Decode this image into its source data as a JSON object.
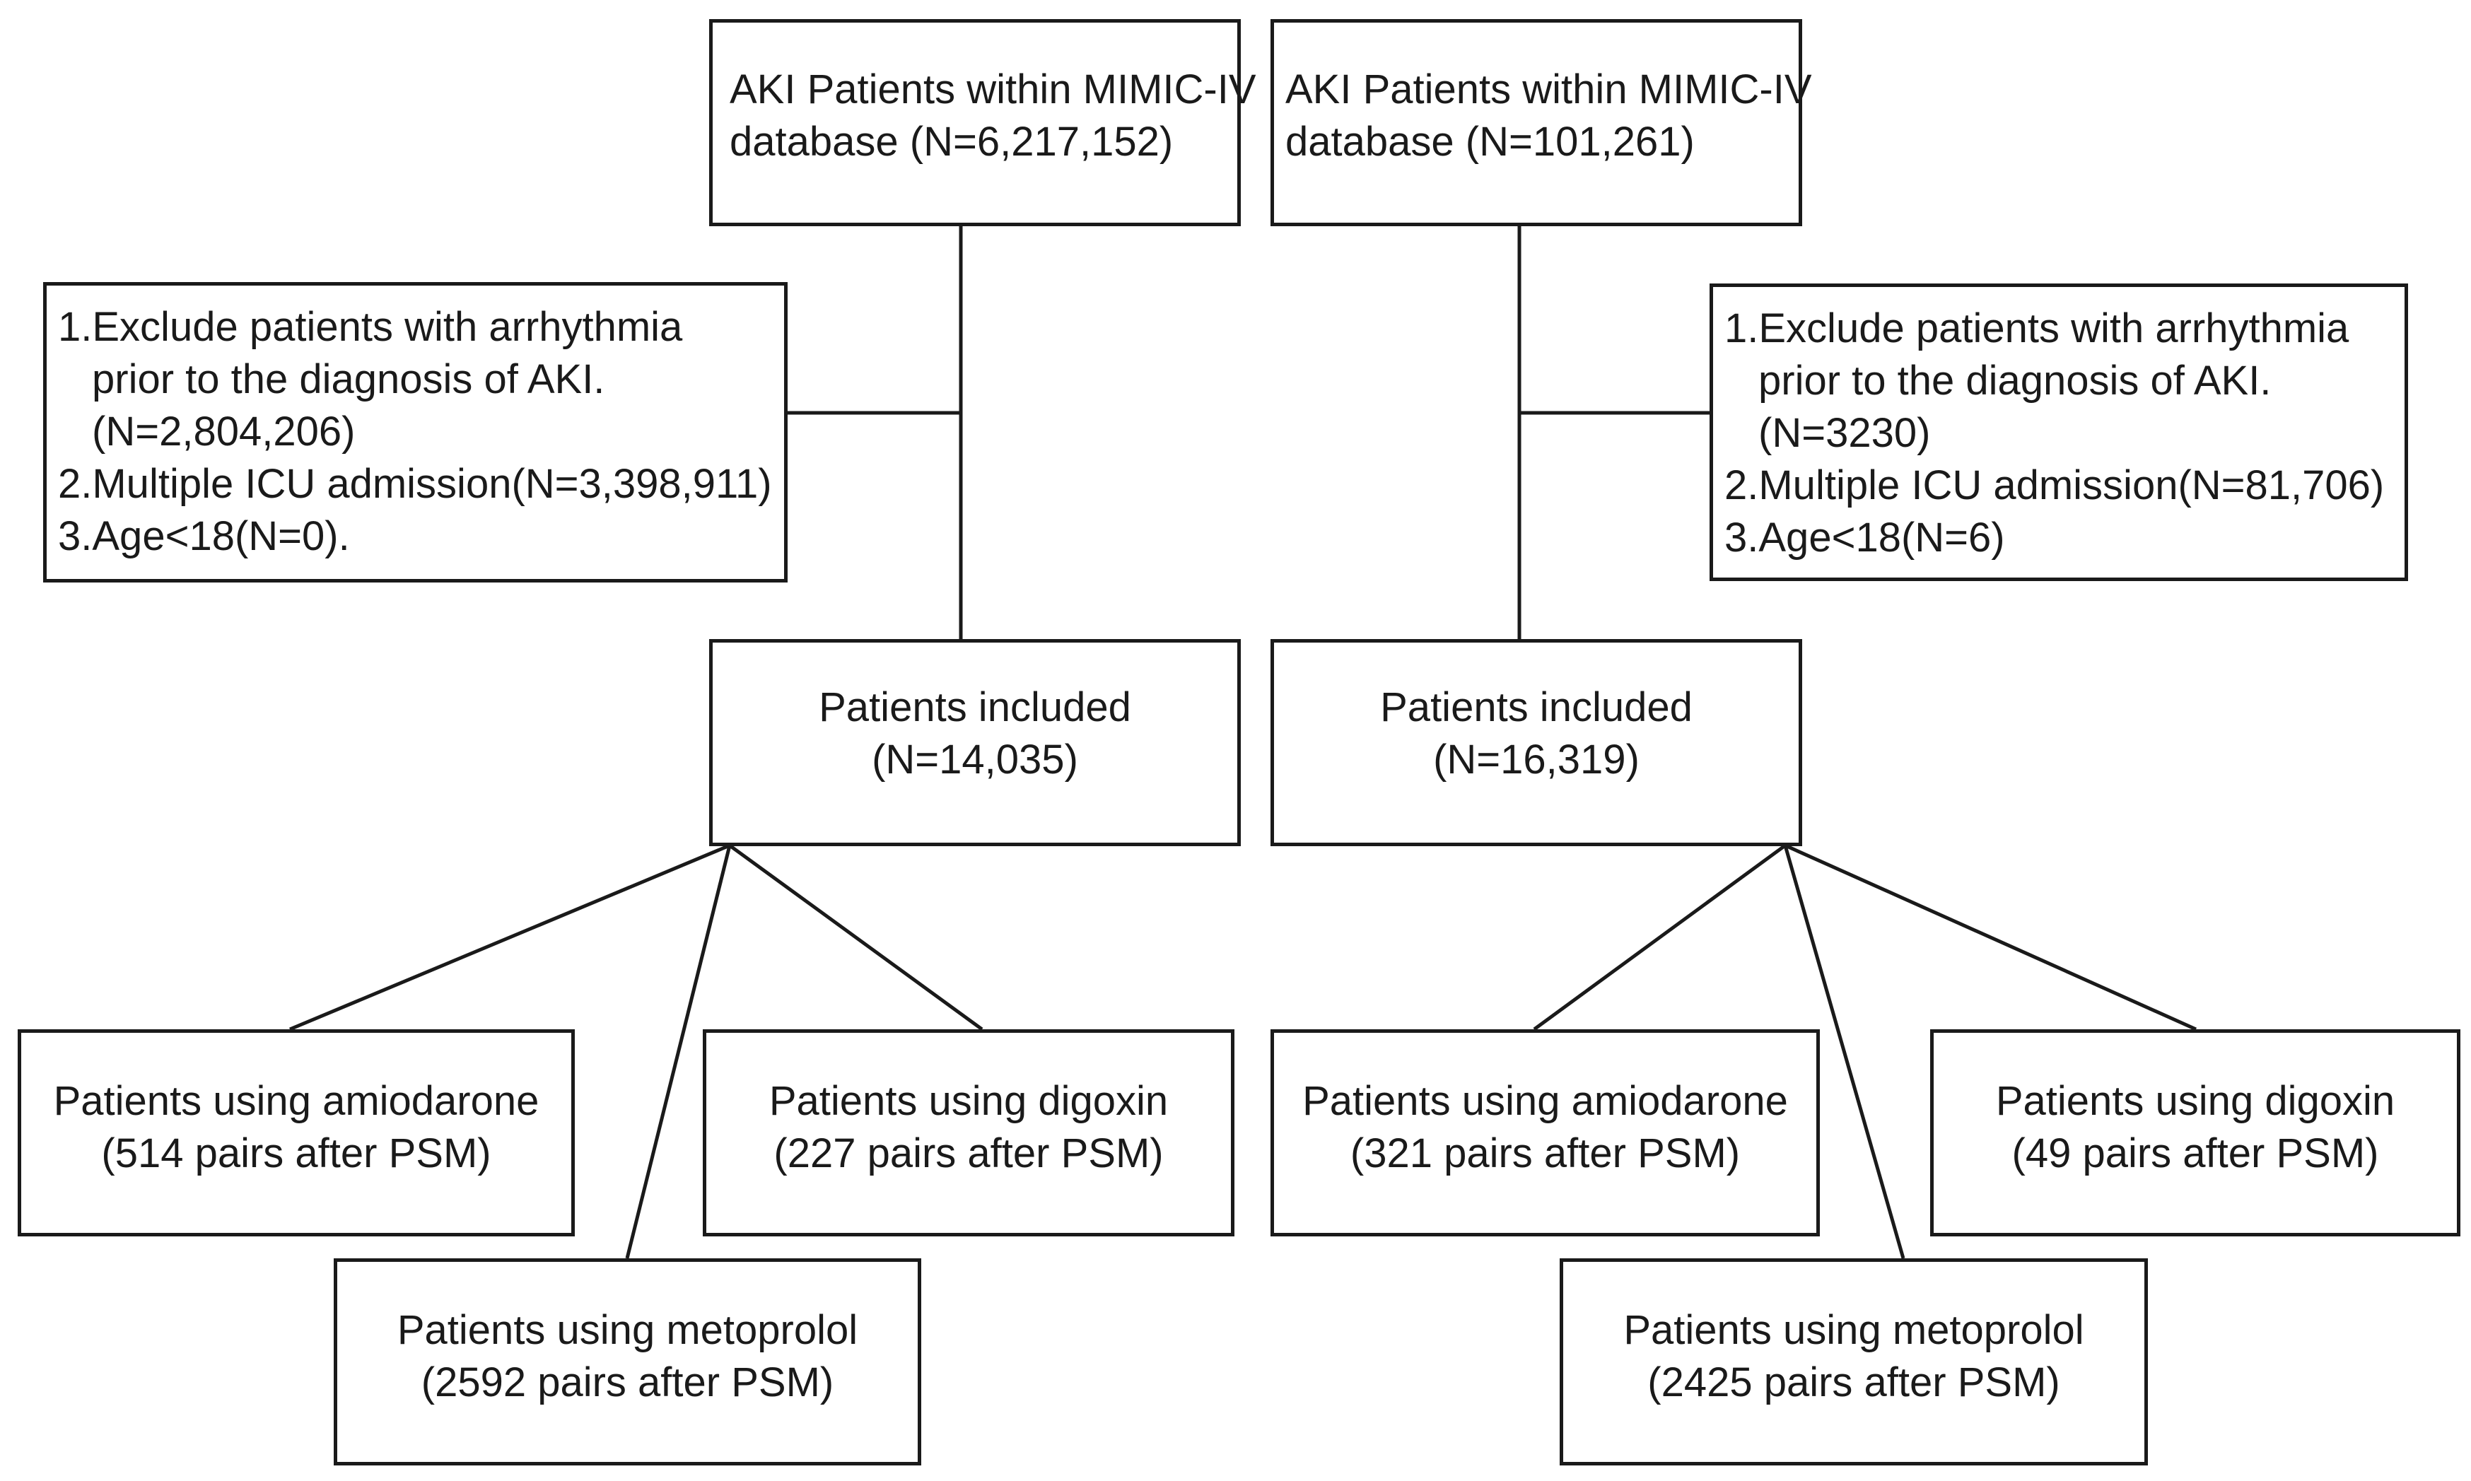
{
  "left": {
    "source": {
      "line1": "AKI Patients within MIMIC-IV",
      "line2": "database (N=6,217,152)"
    },
    "exclusion": {
      "l1": "1.Exclude patients with arrhythmia",
      "l2": "prior to the diagnosis of AKI.",
      "l3": "(N=2,804,206)",
      "l4": "2.Multiple ICU admission(N=3,398,911)",
      "l5": "3.Age<18(N=0)."
    },
    "included": {
      "line1": "Patients included",
      "line2": "(N=14,035)"
    },
    "amiodarone": {
      "line1": "Patients using amiodarone",
      "line2": "(514 pairs after PSM)"
    },
    "digoxin": {
      "line1": "Patients using digoxin",
      "line2": "(227 pairs after PSM)"
    },
    "metoprolol": {
      "line1": "Patients using metoprolol",
      "line2": "(2592 pairs after PSM)"
    }
  },
  "right": {
    "source": {
      "line1": "AKI Patients within MIMIC-IV",
      "line2": "database (N=101,261)"
    },
    "exclusion": {
      "l1": "1.Exclude patients with arrhythmia",
      "l2": "prior to the diagnosis of AKI.",
      "l3": "(N=3230)",
      "l4": "2.Multiple ICU admission(N=81,706)",
      "l5": "3.Age<18(N=6)"
    },
    "included": {
      "line1": "Patients included",
      "line2": "(N=16,319)"
    },
    "amiodarone": {
      "line1": "Patients using amiodarone",
      "line2": "(321 pairs after PSM)"
    },
    "digoxin": {
      "line1": "Patients using digoxin",
      "line2": "(49 pairs after PSM)"
    },
    "metoprolol": {
      "line1": "Patients using metoprolol",
      "line2": "(2425 pairs after PSM)"
    }
  }
}
